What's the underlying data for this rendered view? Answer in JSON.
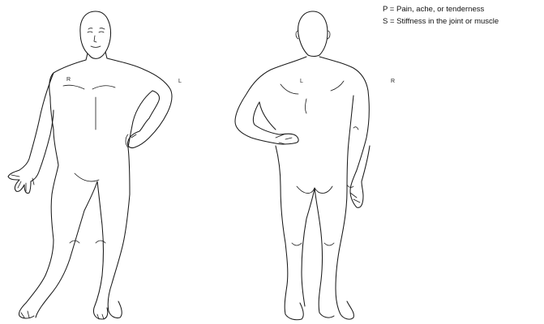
{
  "legend": {
    "pain": "P = Pain, ache, or tenderness",
    "stiffness": "S = Stiffness in the joint or muscle"
  },
  "front_view": {
    "right_label": "R",
    "left_label": "L"
  },
  "back_view": {
    "left_label": "L",
    "right_label": "R"
  },
  "colors": {
    "outline": "#1a1a1a",
    "background": "#ffffff"
  }
}
